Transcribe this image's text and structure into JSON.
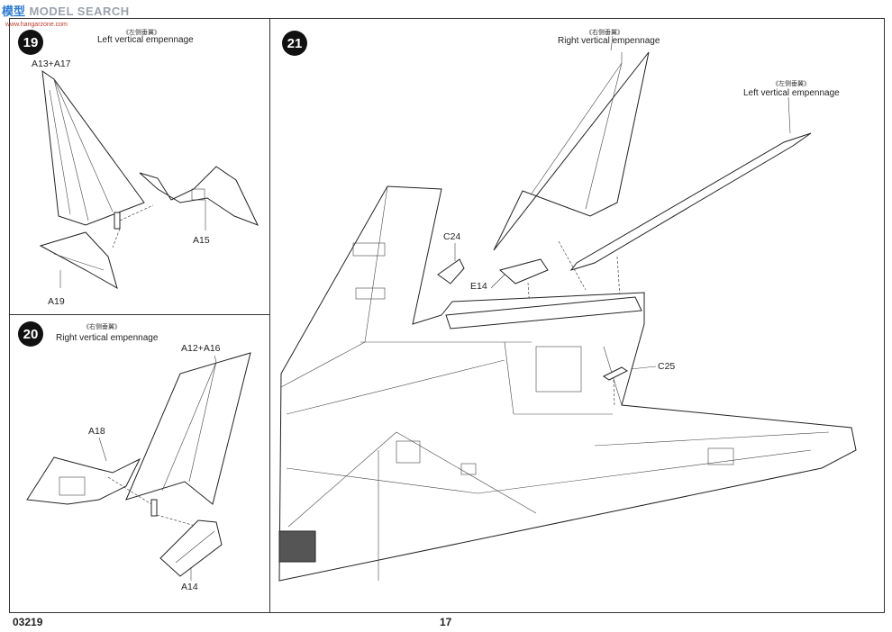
{
  "watermark": {
    "logo_text": "模型",
    "text": "MODEL SEARCH",
    "url": "www.hangarzone.com"
  },
  "step19": {
    "number": "19",
    "caption_cn": "《左侧垂翼》",
    "caption": "Left vertical empennage",
    "parts": {
      "a": "A13+A17",
      "b": "A15",
      "c": "A19"
    }
  },
  "step20": {
    "number": "20",
    "caption_cn": "《右侧垂翼》",
    "caption": "Right vertical empennage",
    "parts": {
      "a": "A12+A16",
      "b": "A18",
      "c": "A14"
    }
  },
  "step21": {
    "number": "21",
    "right_caption_cn": "《右侧垂翼》",
    "right_caption": "Right vertical empennage",
    "left_caption_cn": "《左侧垂翼》",
    "left_caption": "Left vertical empennage",
    "parts": {
      "a": "C24",
      "b": "E14",
      "c": "C25"
    }
  },
  "footer": {
    "code": "03219",
    "page": "17"
  }
}
